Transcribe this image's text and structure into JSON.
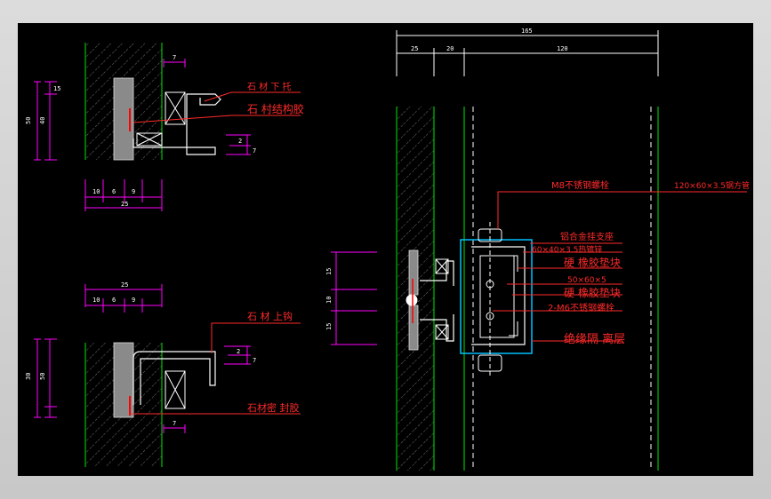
{
  "colors": {
    "background": "#000000",
    "frame": "#d0d0d0",
    "wall": "#00c000",
    "dimension": "#ff00ff",
    "leader": "#ff2a2a",
    "outline": "#ffffff",
    "section": "#00bfff",
    "sealant": "#ff0000"
  },
  "labels": {
    "stone_lower_bracket": "石 材 下 托",
    "stone_structural_glue": "石 村结构胶",
    "stone_upper_hook": "石 材 上钩",
    "stone_sealant": "石材密 封胶",
    "stainless_bolt": "M8不锈钢螺栓",
    "steel_tube": "120×60×3.5钢方管",
    "alloy_support": "铝合金挂支座",
    "angle_steel": "60×40×3.5热镀锌",
    "rubber_pad_1": "硬 橡胶垫块",
    "pad_size": "50×60×5",
    "rubber_pad_2": "硬 橡胶垫块",
    "m6_bolt": "2-M6不锈钢螺栓",
    "isolation_layer": "绝缘隔 离层"
  },
  "dimensions": {
    "top_left": {
      "width_7": "7",
      "height_15": "15",
      "height_40": "40",
      "height_50": "50",
      "bottom_10": "10",
      "bottom_6": "6",
      "bottom_9": "9",
      "bottom_25": "25",
      "right_2": "2",
      "right_7": "7"
    },
    "bottom_left": {
      "top_25": "25",
      "top_10": "10",
      "top_6": "6",
      "top_9": "9",
      "height_50": "50",
      "height_30": "30",
      "right_2": "2",
      "right_7": "7",
      "bottom_7": "7"
    },
    "right": {
      "total": "165",
      "seg_25": "25",
      "seg_20": "20",
      "seg_120": "120",
      "left_15a": "15",
      "left_10": "10",
      "left_15b": "15"
    }
  }
}
